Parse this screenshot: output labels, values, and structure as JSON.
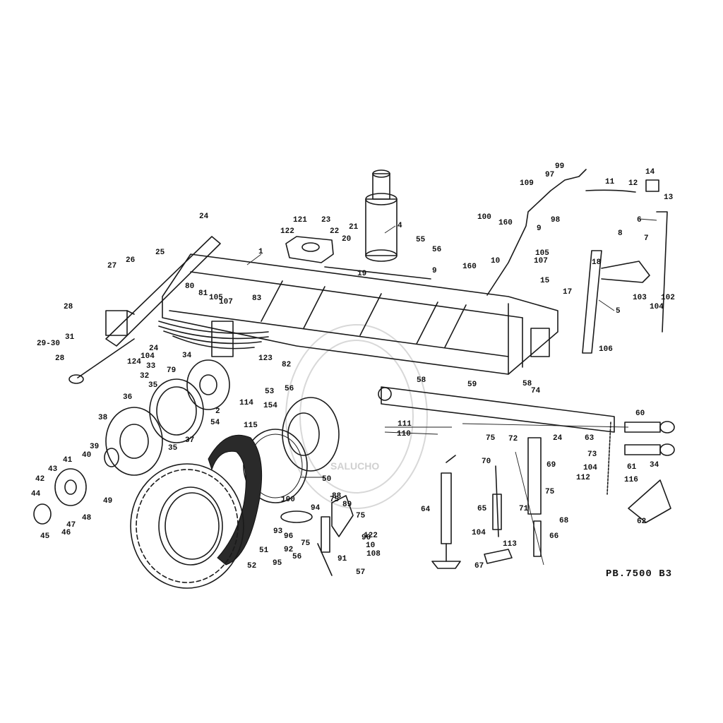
{
  "drawing_ref": "PB.7500 B3",
  "watermark": "SALUCHO",
  "callouts": [
    "1",
    "2",
    "4",
    "5",
    "6",
    "7",
    "8",
    "9",
    "9",
    "10",
    "10",
    "11",
    "12",
    "13",
    "14",
    "15",
    "17",
    "18",
    "19",
    "20",
    "21",
    "22",
    "23",
    "24",
    "24",
    "24",
    "25",
    "26",
    "27",
    "28",
    "28",
    "29-30",
    "31",
    "32",
    "33",
    "34",
    "34",
    "35",
    "35",
    "36",
    "37",
    "38",
    "39",
    "40",
    "41",
    "42",
    "43",
    "44",
    "45",
    "46",
    "47",
    "48",
    "49",
    "50",
    "51",
    "52",
    "53",
    "54",
    "55",
    "56",
    "56",
    "56",
    "57",
    "58",
    "58",
    "59",
    "60",
    "61",
    "62",
    "63",
    "64",
    "65",
    "66",
    "67",
    "68",
    "69",
    "70",
    "71",
    "72",
    "73",
    "74",
    "75",
    "75",
    "75",
    "75",
    "75",
    "79",
    "80",
    "81",
    "82",
    "83",
    "88",
    "89",
    "90",
    "91",
    "92",
    "93",
    "94",
    "95",
    "96",
    "97",
    "98",
    "99",
    "100",
    "100",
    "102",
    "103",
    "104",
    "104",
    "104",
    "104",
    "105",
    "105",
    "106",
    "107",
    "107",
    "108",
    "109",
    "110",
    "111",
    "112",
    "113",
    "114",
    "115",
    "116",
    "121",
    "122",
    "122",
    "123",
    "124",
    "154",
    "160",
    "160"
  ],
  "colors": {
    "ink": "#1a1a1a",
    "paper": "#ffffff",
    "watermark": "#d8d8d8"
  }
}
